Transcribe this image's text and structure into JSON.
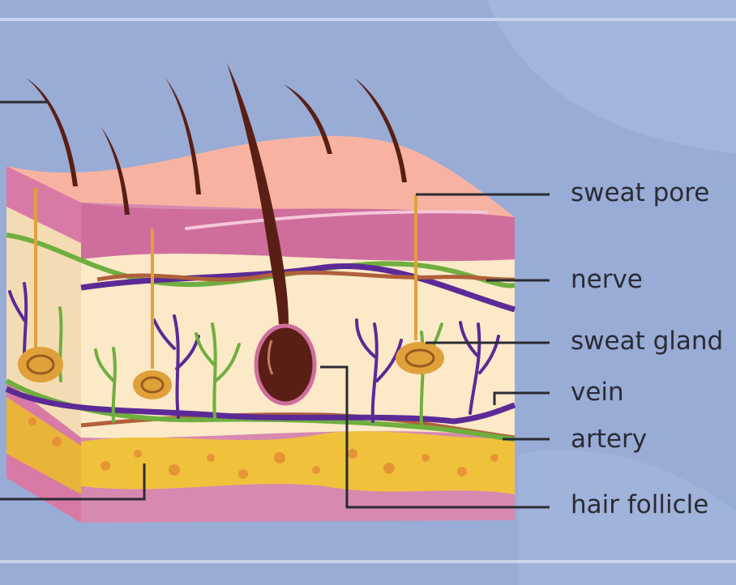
{
  "labels": {
    "sweat_pore": "sweat pore",
    "nerve": "nerve",
    "sweat_gland": "sweat gland",
    "vein": "vein",
    "artery": "artery",
    "hair_follicle": "hair follicle"
  },
  "colors": {
    "background": "#98acd6",
    "frame_line": "#c9d4ec",
    "epidermis_top": "#f7b2a2",
    "epidermis_band": "#cf6e9c",
    "dermis": "#fbe9c8",
    "fat_layer": "#f0c23c",
    "hair": "#5a1f14",
    "nerve": "#6fae3f",
    "vein": "#5b2a96",
    "artery_brown": "#b0603a",
    "sweat_gland": "#e0a13a",
    "leader_line": "#2a2b33"
  }
}
